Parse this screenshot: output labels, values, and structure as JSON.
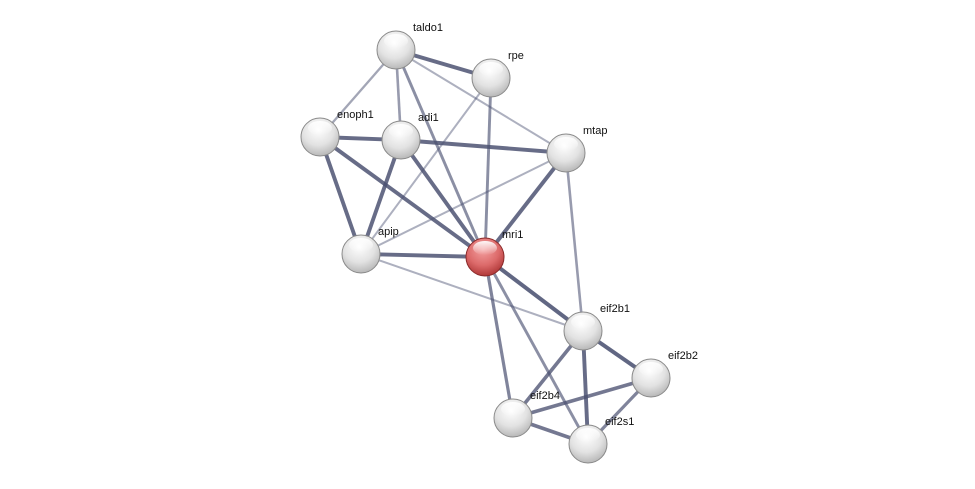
{
  "nodes": [
    {
      "id": "taldo1",
      "label": "taldo1",
      "query": false
    },
    {
      "id": "rpe",
      "label": "rpe",
      "query": false
    },
    {
      "id": "enoph1",
      "label": "enoph1",
      "query": false
    },
    {
      "id": "adi1",
      "label": "adi1",
      "query": false
    },
    {
      "id": "mtap",
      "label": "mtap",
      "query": false
    },
    {
      "id": "apip",
      "label": "apip",
      "query": false
    },
    {
      "id": "mri1",
      "label": "mri1",
      "query": true
    },
    {
      "id": "eif2b1",
      "label": "eif2b1",
      "query": false
    },
    {
      "id": "eif2b2",
      "label": "eif2b2",
      "query": false
    },
    {
      "id": "eif2b4",
      "label": "eif2b4",
      "query": false
    },
    {
      "id": "eif2s1",
      "label": "eif2s1",
      "query": false
    }
  ],
  "edges": [
    {
      "a": "taldo1",
      "b": "enoph1",
      "confidence": 0.4
    },
    {
      "a": "taldo1",
      "b": "adi1",
      "confidence": 0.5
    },
    {
      "a": "taldo1",
      "b": "rpe",
      "confidence": 0.9
    },
    {
      "a": "taldo1",
      "b": "mri1",
      "confidence": 0.6
    },
    {
      "a": "taldo1",
      "b": "mtap",
      "confidence": 0.3
    },
    {
      "a": "rpe",
      "b": "mri1",
      "confidence": 0.6
    },
    {
      "a": "rpe",
      "b": "apip",
      "confidence": 0.3
    },
    {
      "a": "enoph1",
      "b": "adi1",
      "confidence": 0.9
    },
    {
      "a": "enoph1",
      "b": "apip",
      "confidence": 0.9
    },
    {
      "a": "enoph1",
      "b": "mri1",
      "confidence": 0.9
    },
    {
      "a": "adi1",
      "b": "mtap",
      "confidence": 0.9
    },
    {
      "a": "adi1",
      "b": "apip",
      "confidence": 0.9
    },
    {
      "a": "adi1",
      "b": "mri1",
      "confidence": 0.9
    },
    {
      "a": "mtap",
      "b": "mri1",
      "confidence": 0.9
    },
    {
      "a": "mtap",
      "b": "apip",
      "confidence": 0.3
    },
    {
      "a": "mtap",
      "b": "eif2b1",
      "confidence": 0.5
    },
    {
      "a": "apip",
      "b": "mri1",
      "confidence": 0.9
    },
    {
      "a": "apip",
      "b": "eif2b1",
      "confidence": 0.3
    },
    {
      "a": "mri1",
      "b": "eif2b1",
      "confidence": 0.95
    },
    {
      "a": "mri1",
      "b": "eif2b4",
      "confidence": 0.7
    },
    {
      "a": "mri1",
      "b": "eif2s1",
      "confidence": 0.6
    },
    {
      "a": "eif2b1",
      "b": "eif2b2",
      "confidence": 0.95
    },
    {
      "a": "eif2b1",
      "b": "eif2b4",
      "confidence": 0.8
    },
    {
      "a": "eif2b1",
      "b": "eif2s1",
      "confidence": 0.9
    },
    {
      "a": "eif2b2",
      "b": "eif2b4",
      "confidence": 0.8
    },
    {
      "a": "eif2b2",
      "b": "eif2s1",
      "confidence": 0.7
    },
    {
      "a": "eif2b4",
      "b": "eif2s1",
      "confidence": 0.8
    }
  ],
  "colors": {
    "edge": "#4a5070",
    "node": "#e4e4e4",
    "query_node": "#d95a5a"
  }
}
